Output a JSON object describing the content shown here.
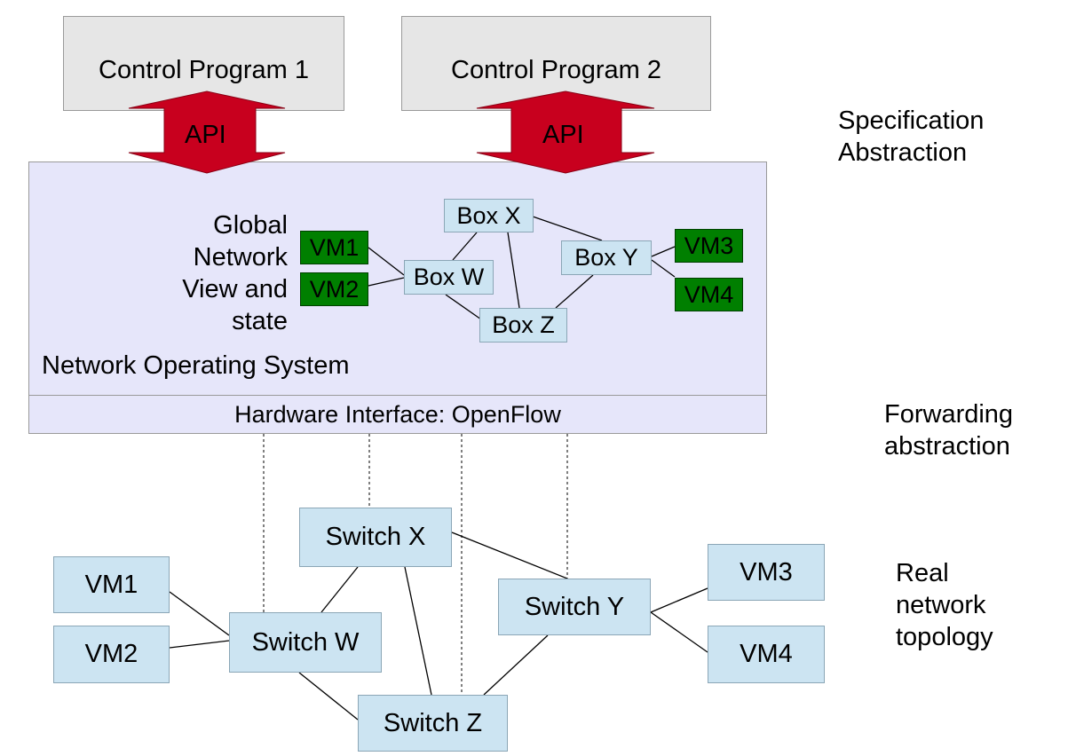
{
  "programs": [
    {
      "label": "Control Program 1"
    },
    {
      "label": "Control Program 2"
    }
  ],
  "api": {
    "label": "API"
  },
  "nos": {
    "title": "Network Operating System",
    "view_lines": [
      "Global",
      "Network",
      "View and",
      "state"
    ],
    "hardware_interface": "Hardware Interface: OpenFlow"
  },
  "virtual": {
    "boxes": [
      "Box X",
      "Box W",
      "Box Y",
      "Box Z"
    ],
    "vms": [
      "VM1",
      "VM2",
      "VM3",
      "VM4"
    ]
  },
  "physical": {
    "switches": [
      "Switch X",
      "Switch W",
      "Switch Y",
      "Switch Z"
    ],
    "vms": [
      "VM1",
      "VM2",
      "VM3",
      "VM4"
    ]
  },
  "side_labels": {
    "specification": [
      "Specification",
      "Abstraction"
    ],
    "forwarding": [
      "Forwarding",
      "abstraction"
    ],
    "real": [
      "Real",
      "network",
      "topology"
    ]
  },
  "colors": {
    "api_arrow": "#c8001e",
    "vm_virtual": "#007f00",
    "node_fill": "#cce4f2",
    "nos_fill": "#e6e6fa",
    "program_fill": "#e6e6e6"
  }
}
